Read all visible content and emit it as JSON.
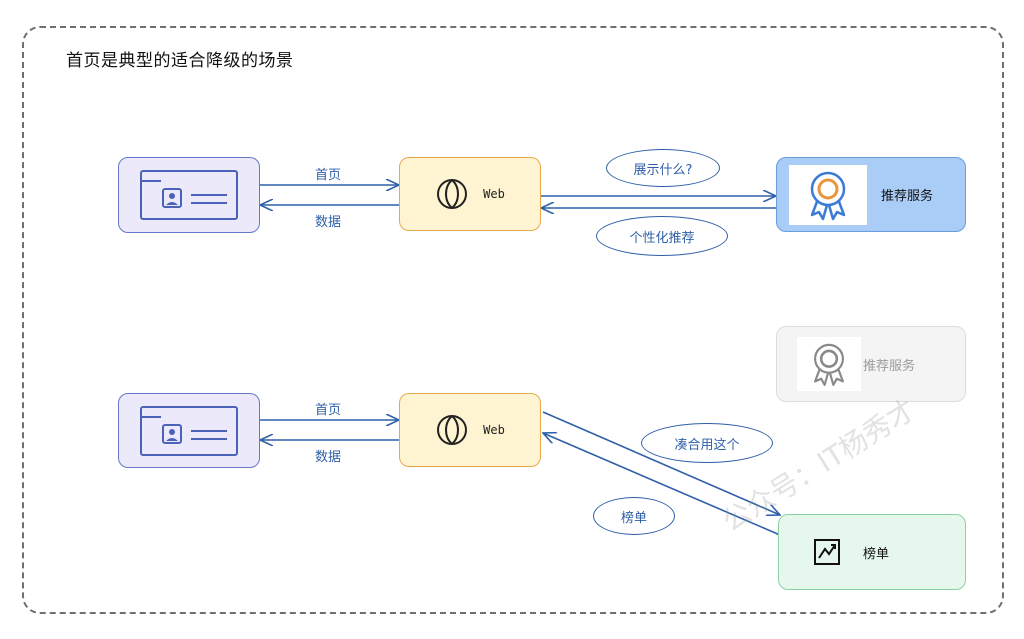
{
  "title": "首页是典型的适合降级的场景",
  "top_row": {
    "arrow_to_web": "首页",
    "arrow_to_client": "数据",
    "web_label": "Web",
    "ask_bubble": "展示什么?",
    "answer_bubble": "个性化推荐",
    "service_label": "推荐服务"
  },
  "bottom_row": {
    "arrow_to_web": "首页",
    "arrow_to_client": "数据",
    "web_label": "Web",
    "dim_service_label": "推荐服务",
    "make_do_bubble": "凑合用这个",
    "rank_bubble": "榜单",
    "rank_label": "榜单"
  },
  "watermark": "公众号：IT杨秀才",
  "colors": {
    "arrow": "#2f5fa8",
    "client_fill": "#eceafa",
    "web_fill": "#fff4d2",
    "service_fill": "#a9cdf6",
    "rank_fill": "#e6f8ee"
  }
}
